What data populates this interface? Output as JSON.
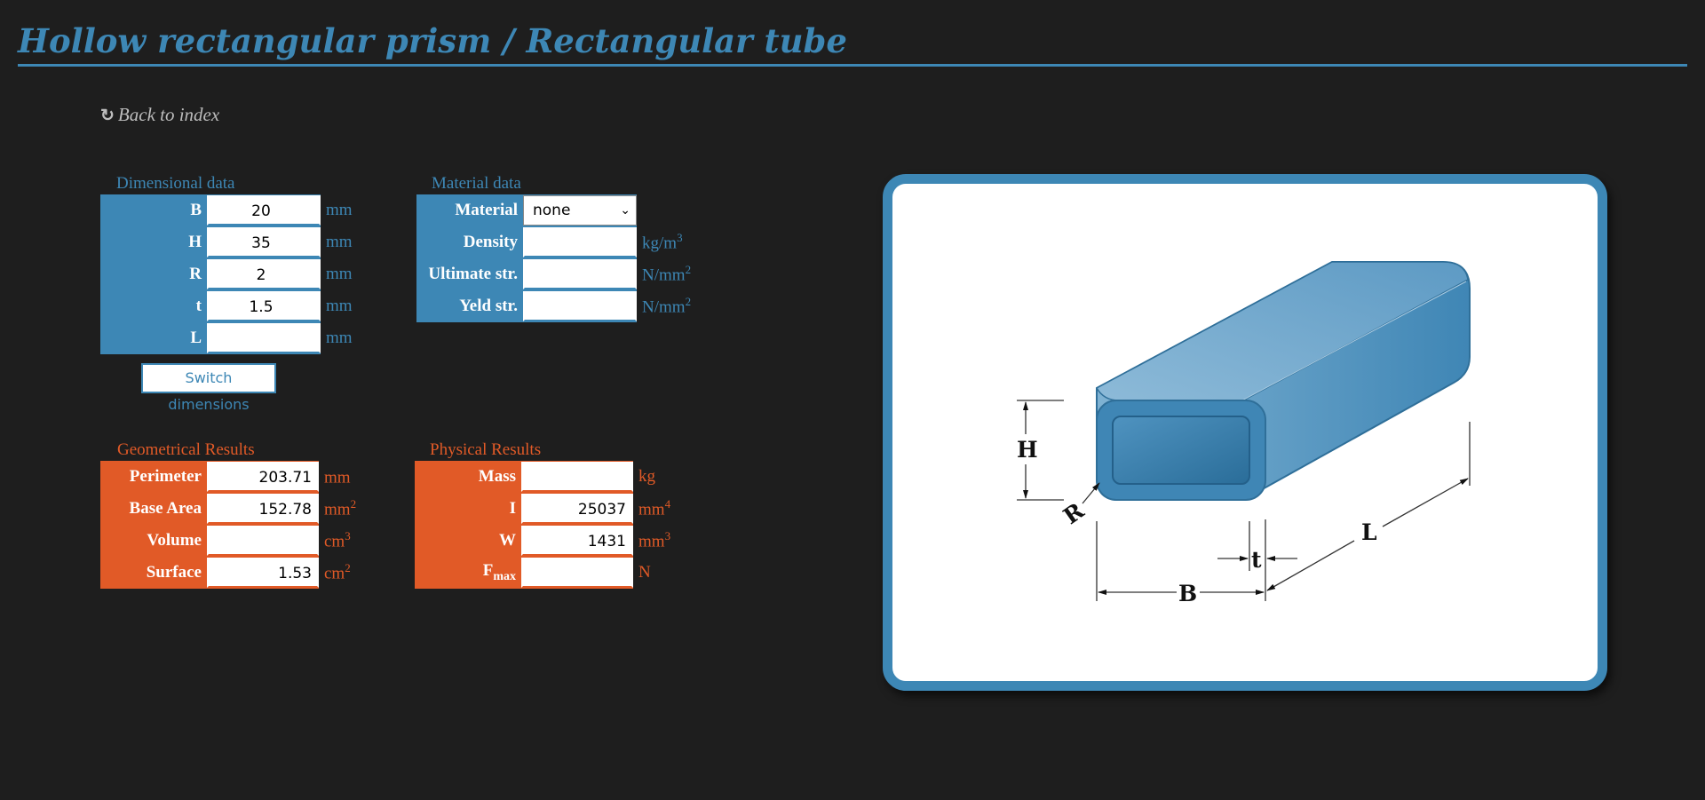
{
  "page": {
    "title": "Hollow rectangular prism / Rectangular tube"
  },
  "nav": {
    "back_label": "Back to index",
    "back_icon": "refresh-icon"
  },
  "dimensional": {
    "title": "Dimensional data",
    "fields": [
      {
        "label": "B",
        "value": "20",
        "unit": "mm"
      },
      {
        "label": "H",
        "value": "35",
        "unit": "mm"
      },
      {
        "label": "R",
        "value": "2",
        "unit": "mm"
      },
      {
        "label": "t",
        "value": "1.5",
        "unit": "mm"
      },
      {
        "label": "L",
        "value": "",
        "unit": "mm"
      }
    ],
    "switch_label": "Switch dimensions"
  },
  "material": {
    "title": "Material data",
    "material_label": "Material",
    "material_value": "none",
    "fields": [
      {
        "label": "Density",
        "value": "",
        "unit": "kg/m",
        "sup": "3"
      },
      {
        "label": "Ultimate str.",
        "value": "",
        "unit": "N/mm",
        "sup": "2"
      },
      {
        "label": "Yeld str.",
        "value": "",
        "unit": "N/mm",
        "sup": "2"
      }
    ]
  },
  "geometrical": {
    "title": "Geometrical Results",
    "fields": [
      {
        "label": "Perimeter",
        "value": "203.71",
        "unit": "mm",
        "sup": ""
      },
      {
        "label": "Base Area",
        "value": "152.78",
        "unit": "mm",
        "sup": "2"
      },
      {
        "label": "Volume",
        "value": "",
        "unit": "cm",
        "sup": "3"
      },
      {
        "label": "Surface",
        "value": "1.53",
        "unit": "cm",
        "sup": "2"
      }
    ]
  },
  "physical": {
    "title": "Physical Results",
    "fields": [
      {
        "label": "Mass",
        "sub": "",
        "value": "",
        "unit": "kg",
        "sup": ""
      },
      {
        "label": "I",
        "sub": "",
        "value": "25037",
        "unit": "mm",
        "sup": "4"
      },
      {
        "label": "W",
        "sub": "",
        "value": "1431",
        "unit": "mm",
        "sup": "3"
      },
      {
        "label": "F",
        "sub": "max",
        "value": "",
        "unit": "N",
        "sup": ""
      }
    ]
  },
  "figure": {
    "labels": {
      "H": "H",
      "R": "R",
      "B": "B",
      "t": "t",
      "L": "L"
    },
    "colors": {
      "frame": "#3d87b5",
      "tube": "#4a8fbd"
    }
  },
  "colors": {
    "accent_blue": "#3d87b5",
    "accent_orange": "#e15a27",
    "background": "#1e1e1e"
  }
}
